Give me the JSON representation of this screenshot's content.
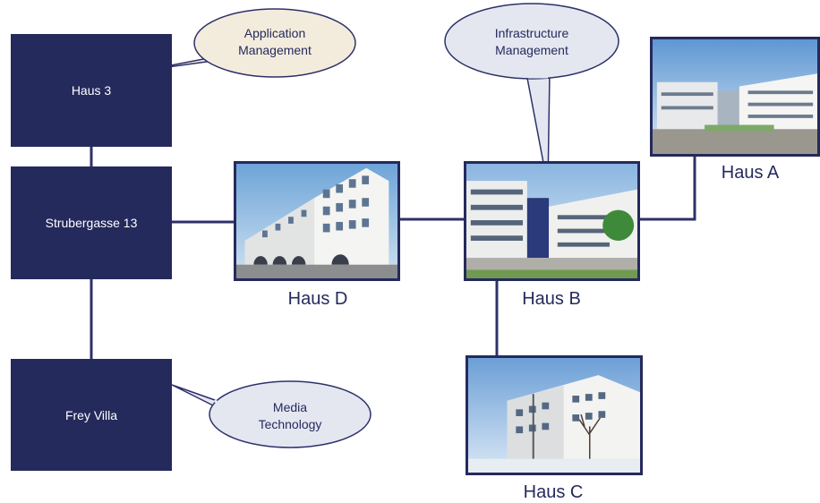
{
  "colors": {
    "node_fill": "#252a5c",
    "line": "#2d3169",
    "bubble_app_fill": "#f3ecdd",
    "bubble_other_fill": "#e4e7f0",
    "bubble_stroke": "#2d3169"
  },
  "nodes": {
    "haus3": "Haus 3",
    "strubergasse": "Strubergasse 13",
    "frey_villa": "Frey Villa"
  },
  "buildings": {
    "haus_a": "Haus A",
    "haus_b": "Haus B",
    "haus_c": "Haus C",
    "haus_d": "Haus D"
  },
  "bubbles": {
    "application_management": [
      "Application",
      "Management"
    ],
    "infrastructure_management": [
      "Infrastructure",
      "Management"
    ],
    "media_technology": [
      "Media",
      "Technology"
    ]
  }
}
